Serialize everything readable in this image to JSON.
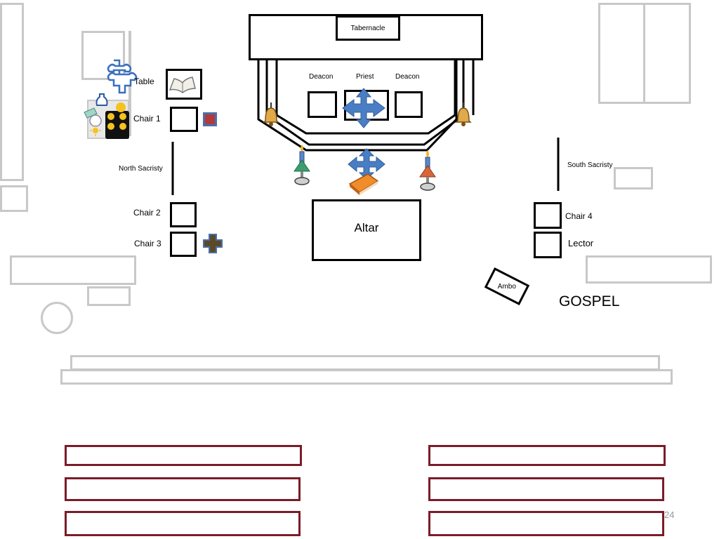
{
  "labels": {
    "tabernacle": "Tabernacle",
    "deacon_left": "Deacon",
    "priest": "Priest",
    "deacon_right": "Deacon",
    "table": "Table",
    "chair1": "Chair 1",
    "chair2": "Chair 2",
    "chair3": "Chair 3",
    "chair4": "Chair 4",
    "lector": "Lector",
    "north_sacristy": "North Sacristy",
    "south_sacristy": "South Sacristy",
    "altar": "Altar",
    "ambo": "Ambo",
    "gospel": "GOSPEL",
    "page_number": "24"
  },
  "colors": {
    "pew_border": "#7b1c28",
    "gray_outline": "#c8c8c8",
    "move_arrow": "#4a7ec4",
    "gospel_book": "#e07a1f"
  },
  "icons": [
    "processional-cross-icon",
    "open-book-icon",
    "bell-icon",
    "candle-icon",
    "move-arrows-icon",
    "gospel-book-icon"
  ]
}
